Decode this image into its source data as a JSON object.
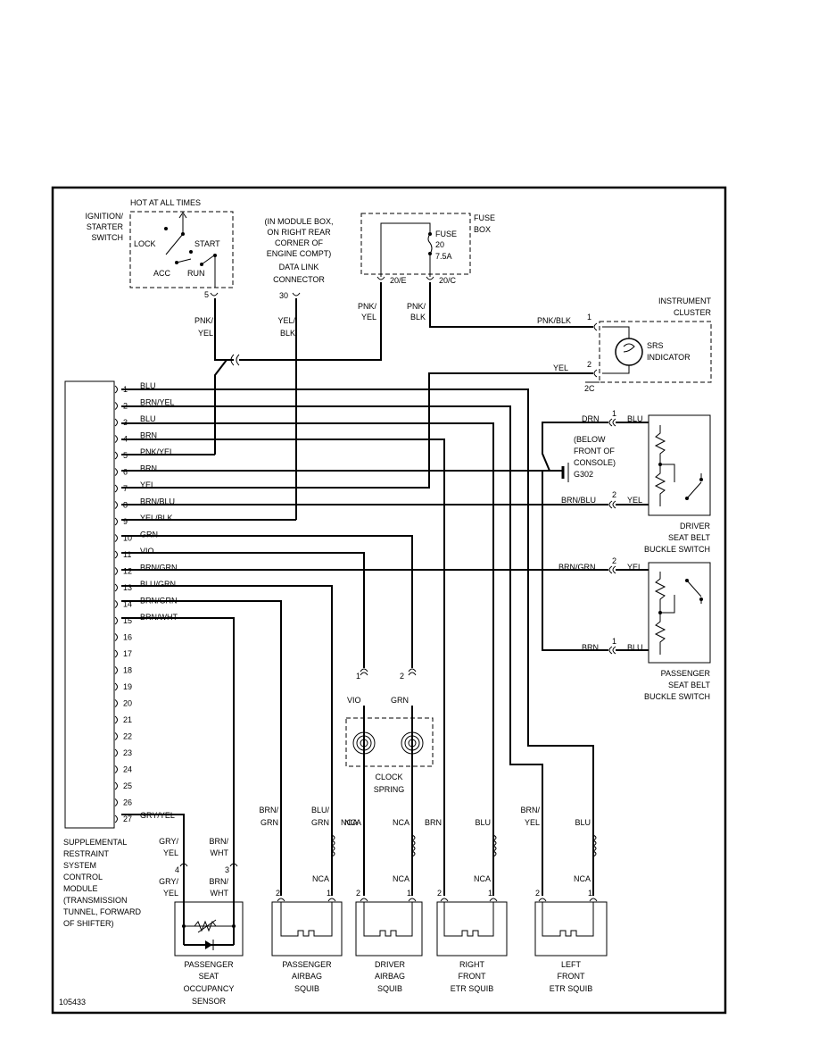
{
  "figure_id": "105433",
  "labels": {
    "hot": "HOT AT ALL TIMES",
    "ign1": "IGNITION/",
    "ign2": "STARTER",
    "ign3": "SWITCH",
    "lock": "LOCK",
    "start": "START",
    "acc": "ACC",
    "run": "RUN",
    "mod1": "(IN MODULE BOX,",
    "mod2": "ON RIGHT REAR",
    "mod3": "CORNER OF",
    "mod4": "ENGINE COMPT)",
    "mod5": "DATA LINK",
    "mod6": "CONNECTOR",
    "fusebox1": "FUSE",
    "fusebox2": "BOX",
    "fuse1": "FUSE",
    "fuse2": "20",
    "fuse3": "7.5A",
    "pin5": "5",
    "pin30": "30",
    "conn20e": "20/E",
    "conn20c": "20/C",
    "pnk": "PNK/",
    "yel": "YEL",
    "yel2": "YEL/",
    "blk": "BLK",
    "pnk2": "PNK/",
    "yel3": "YEL",
    "pnk3": "PNK/",
    "blk2": "BLK",
    "ic1": "INSTRUMENT",
    "ic2": "CLUSTER",
    "srs1": "SRS",
    "srs2": "INDICATOR",
    "pnkblk": "PNK/BLK",
    "icyel": "YEL",
    "ic_p1": "1",
    "ic_p2": "2",
    "conn2c": "2C",
    "below1": "(BELOW",
    "below2": "FRONT OF",
    "below3": "CONSOLE)",
    "g302": "G302",
    "drn": "DRN",
    "dblu": "BLU",
    "brnblu": "BRN/BLU",
    "dyel": "YEL",
    "d_p1": "1",
    "d_p2": "2",
    "dsw1": "DRIVER",
    "dsw2": "SEAT BELT",
    "dsw3": "BUCKLE SWITCH",
    "brngrn": "BRN/GRN",
    "pyel": "YEL",
    "pbrn": "BRN",
    "pblu": "BLU",
    "ps_p2": "2",
    "ps_p1": "1",
    "psw1": "PASSENGER",
    "psw2": "SEAT BELT",
    "psw3": "BUCKLE SWITCH",
    "cs_p1": "1",
    "cs_p2": "2",
    "vio": "VIO",
    "grn": "GRN",
    "cs1": "CLOCK",
    "cs2": "SPRING",
    "srm1": "SUPPLEMENTAL",
    "srm2": "RESTRAINT",
    "srm3": "SYSTEM",
    "srm4": "CONTROL",
    "srm5": "MODULE",
    "srm6": "(TRANSMISSION",
    "srm7": "TUNNEL, FORWARD",
    "srm8": "OF SHIFTER)",
    "gry1": "GRY/",
    "gry2": "YEL",
    "brnw1": "BRN/",
    "brnw2": "WHT",
    "p4": "4",
    "p3": "3",
    "gry3": "GRY/",
    "gry4": "YEL",
    "brnw3": "BRN/",
    "brnw4": "WHT",
    "pso1": "PASSENGER",
    "pso2": "SEAT",
    "pso3": "OCCUPANCY",
    "pso4": "SENSOR",
    "pa_brn": "BRN/",
    "pa_grn": "GRN",
    "pa_blu": "BLU/",
    "pa_grn2": "GRN",
    "nca1": "NCA",
    "nca2": "NCA",
    "nca3": "NCA",
    "nca4": "NCA",
    "nca5": "NCA",
    "nca6": "NCA",
    "nca7": "NCA",
    "brn_r": "BRN",
    "blu_r": "BLU",
    "brn_l": "BRN/",
    "yel_l": "YEL",
    "blu_l": "BLU",
    "pa1": "PASSENGER",
    "pa2": "AIRBAG",
    "pa3": "SQUIB",
    "da1": "DRIVER",
    "da2": "AIRBAG",
    "da3": "SQUIB",
    "rf1": "RIGHT",
    "rf2": "FRONT",
    "rf3": "ETR SQUIB",
    "lf1": "LEFT",
    "lf2": "FRONT",
    "lf3": "ETR SQUIB",
    "sq2a": "2",
    "sq1a": "1",
    "sq2b": "2",
    "sq1b": "1",
    "sq2c": "2",
    "sq1c": "1",
    "sq2d": "2",
    "sq1d": "1"
  },
  "module_pins": [
    {
      "num": "1",
      "wire": "BLU"
    },
    {
      "num": "2",
      "wire": "BRN/YEL"
    },
    {
      "num": "3",
      "wire": "BLU"
    },
    {
      "num": "4",
      "wire": "BRN"
    },
    {
      "num": "5",
      "wire": "PNK/YEL"
    },
    {
      "num": "6",
      "wire": "BRN"
    },
    {
      "num": "7",
      "wire": "YEL"
    },
    {
      "num": "8",
      "wire": "BRN/BLU"
    },
    {
      "num": "9",
      "wire": "YEL/BLK"
    },
    {
      "num": "10",
      "wire": "GRN"
    },
    {
      "num": "11",
      "wire": "VIO"
    },
    {
      "num": "12",
      "wire": "BRN/GRN"
    },
    {
      "num": "13",
      "wire": "BLU/GRN"
    },
    {
      "num": "14",
      "wire": "BRN/GRN"
    },
    {
      "num": "15",
      "wire": "BRN/WHT"
    },
    {
      "num": "16",
      "wire": ""
    },
    {
      "num": "17",
      "wire": ""
    },
    {
      "num": "18",
      "wire": ""
    },
    {
      "num": "19",
      "wire": ""
    },
    {
      "num": "20",
      "wire": ""
    },
    {
      "num": "21",
      "wire": ""
    },
    {
      "num": "22",
      "wire": ""
    },
    {
      "num": "23",
      "wire": ""
    },
    {
      "num": "24",
      "wire": ""
    },
    {
      "num": "25",
      "wire": ""
    },
    {
      "num": "26",
      "wire": ""
    },
    {
      "num": "27",
      "wire": "GRY/YEL"
    }
  ]
}
